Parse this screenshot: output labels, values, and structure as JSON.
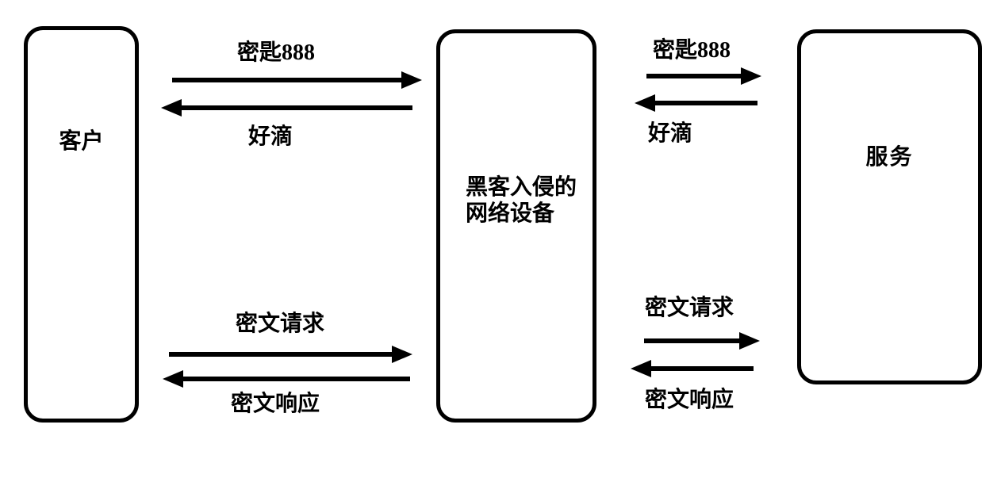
{
  "diagram": {
    "background_color": "#ffffff",
    "stroke_color": "#000000",
    "nodes": {
      "client": {
        "label": "客户"
      },
      "hacker": {
        "label_line1": "黑客入侵的",
        "label_line2": "网络设备"
      },
      "server": {
        "label": "服务"
      }
    },
    "messages": {
      "key_left": "密匙888",
      "ok_left": "好滴",
      "key_right": "密匙888",
      "ok_right": "好滴",
      "cipher_request_left": "密文请求",
      "cipher_response_left": "密文响应",
      "cipher_request_right": "密文请求",
      "cipher_response_right": "密文响应"
    }
  }
}
